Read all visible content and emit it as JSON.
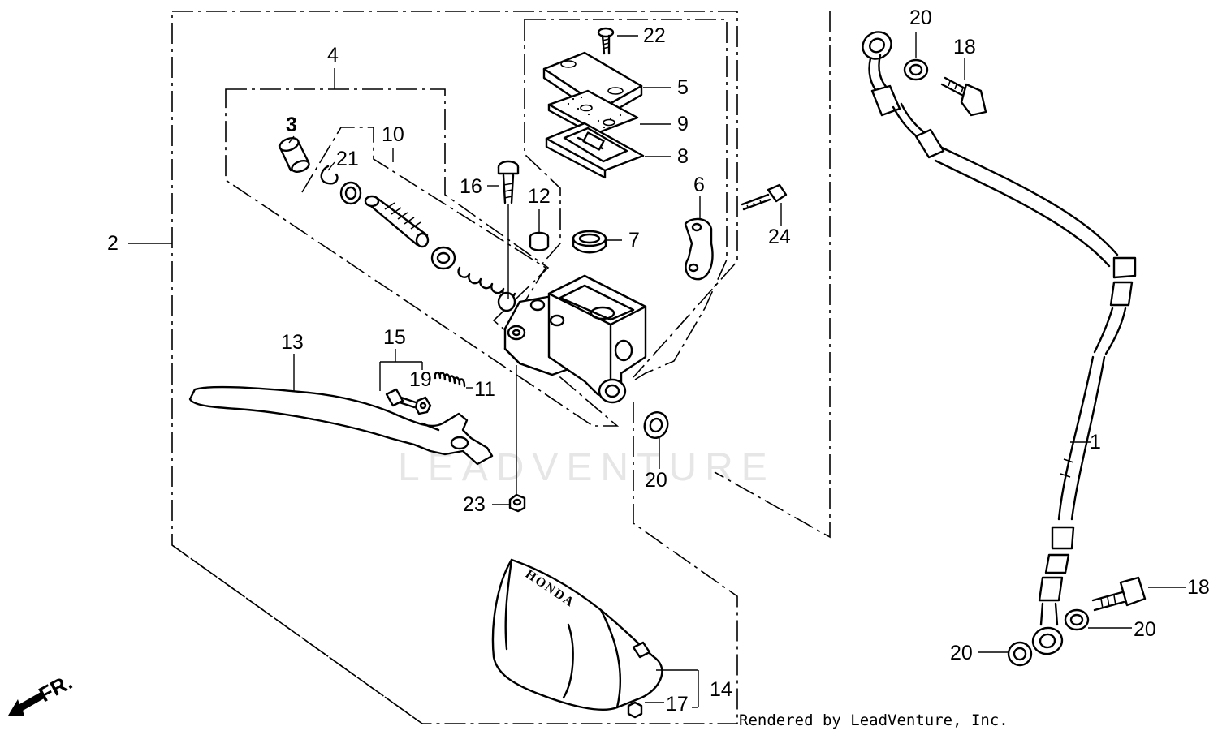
{
  "watermark": "LEADVENTURE",
  "credit": "Rendered by LeadVenture, Inc.",
  "front_marker": "FR.",
  "brand_mark": "HONDA",
  "callouts": [
    {
      "key": "1",
      "text": "1"
    },
    {
      "key": "2",
      "text": "2"
    },
    {
      "key": "3",
      "text": "3"
    },
    {
      "key": "4",
      "text": "4"
    },
    {
      "key": "5",
      "text": "5"
    },
    {
      "key": "6",
      "text": "6"
    },
    {
      "key": "7",
      "text": "7"
    },
    {
      "key": "8",
      "text": "8"
    },
    {
      "key": "9",
      "text": "9"
    },
    {
      "key": "10",
      "text": "10"
    },
    {
      "key": "11",
      "text": "11"
    },
    {
      "key": "12",
      "text": "12"
    },
    {
      "key": "13",
      "text": "13"
    },
    {
      "key": "14",
      "text": "14"
    },
    {
      "key": "15",
      "text": "15"
    },
    {
      "key": "16",
      "text": "16"
    },
    {
      "key": "17",
      "text": "17"
    },
    {
      "key": "18a",
      "text": "18"
    },
    {
      "key": "18b",
      "text": "18"
    },
    {
      "key": "19",
      "text": "19"
    },
    {
      "key": "20a",
      "text": "20"
    },
    {
      "key": "20b",
      "text": "20"
    },
    {
      "key": "20c",
      "text": "20"
    },
    {
      "key": "20d",
      "text": "20"
    },
    {
      "key": "21",
      "text": "21"
    },
    {
      "key": "22",
      "text": "22"
    },
    {
      "key": "23",
      "text": "23"
    },
    {
      "key": "24",
      "text": "24"
    }
  ]
}
